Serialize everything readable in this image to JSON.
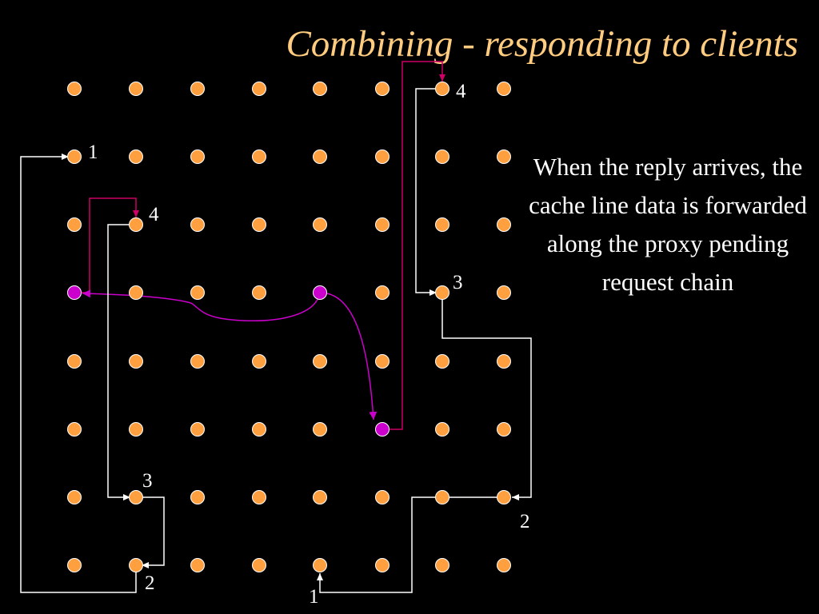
{
  "slide": {
    "title": "Combining - responding to clients",
    "caption": "When the reply arrives, the cache line data is forwarded along the proxy pending request chain"
  },
  "grid": {
    "columns": 8,
    "rows": 8,
    "highlighted": [
      {
        "col": 0,
        "row": 3
      },
      {
        "col": 4,
        "row": 3
      },
      {
        "col": 5,
        "row": 5
      }
    ]
  },
  "labels": {
    "top_right_4": "4",
    "left_1": "1",
    "left_4": "4",
    "right_3": "3",
    "left_3": "3",
    "right_2": "2",
    "bottom_2": "2",
    "bottom_1": "1"
  },
  "colors": {
    "background": "#000000",
    "title": "#ffcc80",
    "node_fill": "#ffa040",
    "node_stroke": "#ffffff",
    "highlight_node": "#cc00cc",
    "white_path": "#ffffff",
    "magenta_path": "#cc0066",
    "purple_curve": "#cc00cc"
  }
}
